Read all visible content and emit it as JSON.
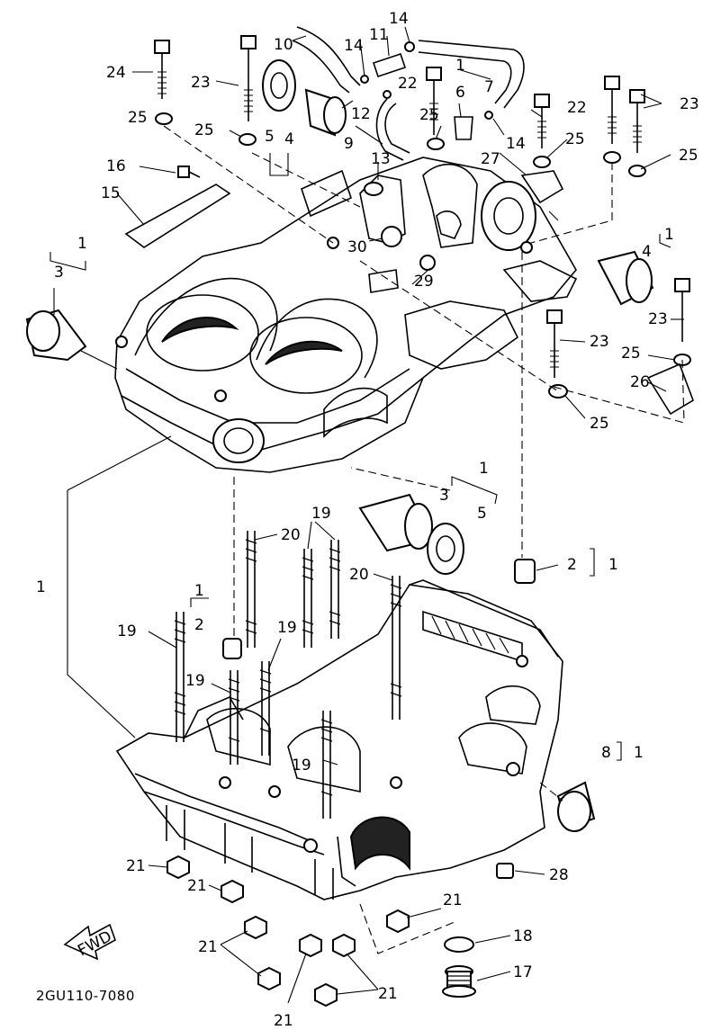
{
  "diagram": {
    "figure_code": "2GU110-7080",
    "fwd_label": "FWD",
    "callouts": [
      {
        "id": "c24",
        "text": "24"
      },
      {
        "id": "c23a",
        "text": "23"
      },
      {
        "id": "c10",
        "text": "10"
      },
      {
        "id": "c14a",
        "text": "14"
      },
      {
        "id": "c11",
        "text": "11"
      },
      {
        "id": "c14b",
        "text": "14"
      },
      {
        "id": "c1a",
        "text": "1"
      },
      {
        "id": "c22a",
        "text": "22"
      },
      {
        "id": "c6",
        "text": "6"
      },
      {
        "id": "c7",
        "text": "7"
      },
      {
        "id": "c23b",
        "text": "23"
      },
      {
        "id": "c22b",
        "text": "22"
      },
      {
        "id": "c25a",
        "text": "25"
      },
      {
        "id": "c12",
        "text": "12"
      },
      {
        "id": "c25b",
        "text": "25"
      },
      {
        "id": "c25c",
        "text": "25"
      },
      {
        "id": "c5a",
        "text": "5"
      },
      {
        "id": "c4a",
        "text": "4"
      },
      {
        "id": "c9",
        "text": "9"
      },
      {
        "id": "c14c",
        "text": "14"
      },
      {
        "id": "c25d",
        "text": "25"
      },
      {
        "id": "c25e",
        "text": "25"
      },
      {
        "id": "c16",
        "text": "16"
      },
      {
        "id": "c13",
        "text": "13"
      },
      {
        "id": "c27",
        "text": "27"
      },
      {
        "id": "c15",
        "text": "15"
      },
      {
        "id": "c1b",
        "text": "1"
      },
      {
        "id": "c3a",
        "text": "3"
      },
      {
        "id": "c30",
        "text": "30"
      },
      {
        "id": "c29",
        "text": "29"
      },
      {
        "id": "c1c",
        "text": "1"
      },
      {
        "id": "c4b",
        "text": "4"
      },
      {
        "id": "c23c",
        "text": "23"
      },
      {
        "id": "c23d",
        "text": "23"
      },
      {
        "id": "c25f",
        "text": "25"
      },
      {
        "id": "c26",
        "text": "26"
      },
      {
        "id": "c25g",
        "text": "25"
      },
      {
        "id": "c1d",
        "text": "1"
      },
      {
        "id": "c3b",
        "text": "3"
      },
      {
        "id": "c5b",
        "text": "5"
      },
      {
        "id": "c19a",
        "text": "19"
      },
      {
        "id": "c20a",
        "text": "20"
      },
      {
        "id": "c20b",
        "text": "20"
      },
      {
        "id": "c2a",
        "text": "2"
      },
      {
        "id": "c1e",
        "text": "1"
      },
      {
        "id": "c1f",
        "text": "1"
      },
      {
        "id": "c1g",
        "text": "1"
      },
      {
        "id": "c2b",
        "text": "2"
      },
      {
        "id": "c19b",
        "text": "19"
      },
      {
        "id": "c19c",
        "text": "19"
      },
      {
        "id": "c19d",
        "text": "19"
      },
      {
        "id": "c19e",
        "text": "19"
      },
      {
        "id": "c8",
        "text": "8"
      },
      {
        "id": "c1h",
        "text": "1"
      },
      {
        "id": "c21a",
        "text": "21"
      },
      {
        "id": "c28",
        "text": "28"
      },
      {
        "id": "c21b",
        "text": "21"
      },
      {
        "id": "c21c",
        "text": "21"
      },
      {
        "id": "c18",
        "text": "18"
      },
      {
        "id": "c21d",
        "text": "21"
      },
      {
        "id": "c17",
        "text": "17"
      },
      {
        "id": "c21e",
        "text": "21"
      },
      {
        "id": "c21f",
        "text": "21"
      }
    ]
  }
}
